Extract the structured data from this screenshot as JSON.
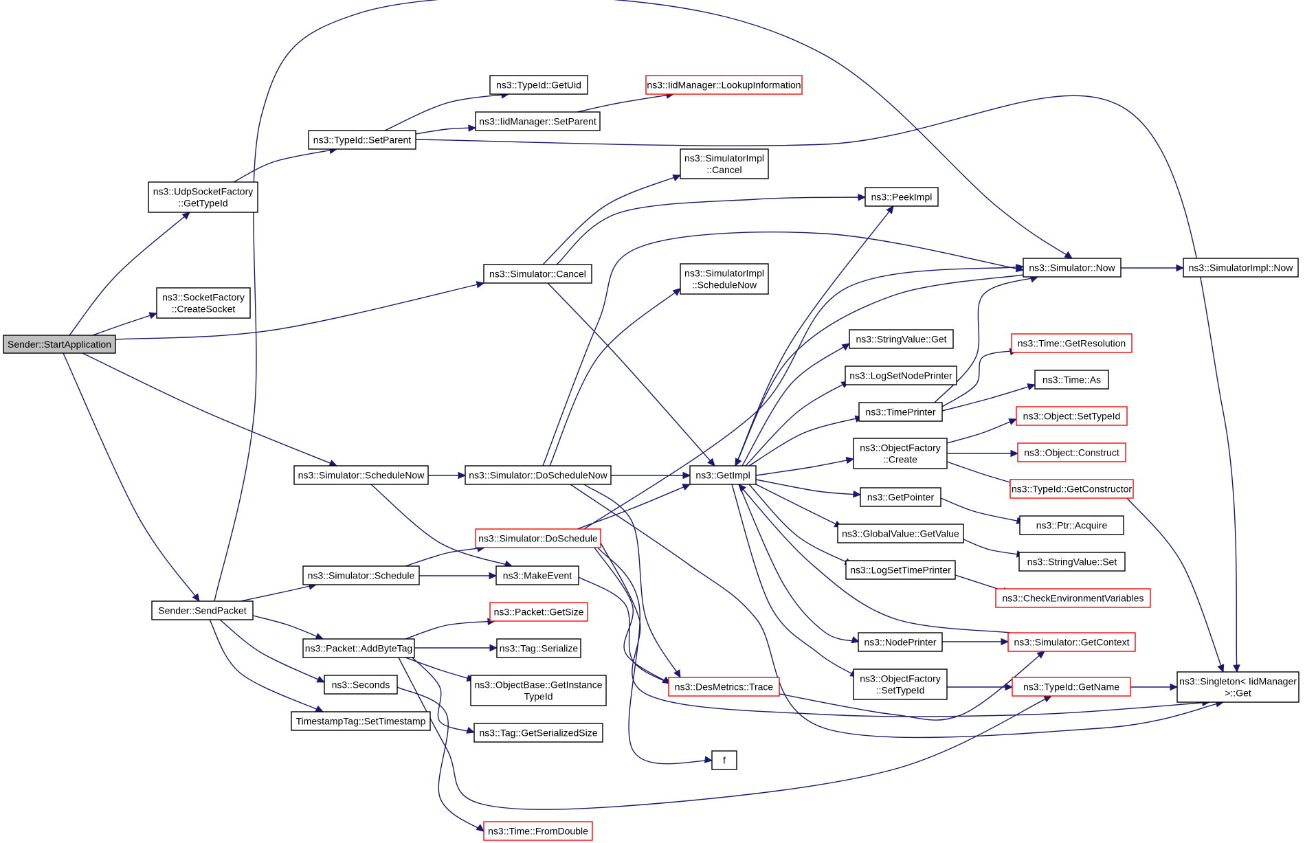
{
  "nodes": [
    {
      "id": "start",
      "lines": [
        "Sender::StartApplication"
      ],
      "style": "root"
    },
    {
      "id": "udpfac",
      "lines": [
        "ns3::UdpSocketFactory",
        "::GetTypeId"
      ],
      "style": "normal"
    },
    {
      "id": "sockfac",
      "lines": [
        "ns3::SocketFactory",
        "::CreateSocket"
      ],
      "style": "normal"
    },
    {
      "id": "simcancel",
      "lines": [
        "ns3::Simulator::Cancel"
      ],
      "style": "normal"
    },
    {
      "id": "schednow",
      "lines": [
        "ns3::Simulator::ScheduleNow"
      ],
      "style": "normal"
    },
    {
      "id": "sendpkt",
      "lines": [
        "Sender::SendPacket"
      ],
      "style": "normal"
    },
    {
      "id": "setparent",
      "lines": [
        "ns3::TypeId::SetParent"
      ],
      "style": "normal"
    },
    {
      "id": "getuid",
      "lines": [
        "ns3::TypeId::GetUid"
      ],
      "style": "normal"
    },
    {
      "id": "iidsetparent",
      "lines": [
        "ns3::IidManager::SetParent"
      ],
      "style": "normal"
    },
    {
      "id": "lookup",
      "lines": [
        "ns3::IidManager::LookupInformation"
      ],
      "style": "trunc"
    },
    {
      "id": "implcancel",
      "lines": [
        "ns3::SimulatorImpl",
        "::Cancel"
      ],
      "style": "normal"
    },
    {
      "id": "peekimpl",
      "lines": [
        "ns3::PeekImpl"
      ],
      "style": "normal"
    },
    {
      "id": "implschednow",
      "lines": [
        "ns3::SimulatorImpl",
        "::ScheduleNow"
      ],
      "style": "normal"
    },
    {
      "id": "simnow",
      "lines": [
        "ns3::Simulator::Now"
      ],
      "style": "normal"
    },
    {
      "id": "implnow",
      "lines": [
        "ns3::SimulatorImpl::Now"
      ],
      "style": "normal"
    },
    {
      "id": "doschednow",
      "lines": [
        "ns3::Simulator::DoScheduleNow"
      ],
      "style": "normal"
    },
    {
      "id": "getimpl",
      "lines": [
        "ns3::GetImpl"
      ],
      "style": "normal"
    },
    {
      "id": "simsched",
      "lines": [
        "ns3::Simulator::Schedule"
      ],
      "style": "normal"
    },
    {
      "id": "dosched",
      "lines": [
        "ns3::Simulator::DoSchedule"
      ],
      "style": "trunc"
    },
    {
      "id": "makeevent",
      "lines": [
        "ns3::MakeEvent"
      ],
      "style": "normal"
    },
    {
      "id": "addbytetag",
      "lines": [
        "ns3::Packet::AddByteTag"
      ],
      "style": "normal"
    },
    {
      "id": "pktsize",
      "lines": [
        "ns3::Packet::GetSize"
      ],
      "style": "trunc"
    },
    {
      "id": "tagser",
      "lines": [
        "ns3::Tag::Serialize"
      ],
      "style": "normal"
    },
    {
      "id": "objbase",
      "lines": [
        "ns3::ObjectBase::GetInstance",
        "TypeId"
      ],
      "style": "normal"
    },
    {
      "id": "tagsize",
      "lines": [
        "ns3::Tag::GetSerializedSize"
      ],
      "style": "normal"
    },
    {
      "id": "seconds",
      "lines": [
        "ns3::Seconds"
      ],
      "style": "normal"
    },
    {
      "id": "tstamp",
      "lines": [
        "TimestampTag::SetTimestamp"
      ],
      "style": "normal"
    },
    {
      "id": "fromdouble",
      "lines": [
        "ns3::Time::FromDouble"
      ],
      "style": "trunc"
    },
    {
      "id": "trace",
      "lines": [
        "ns3::DesMetrics::Trace"
      ],
      "style": "trunc"
    },
    {
      "id": "ffunc",
      "lines": [
        "f"
      ],
      "style": "normal"
    },
    {
      "id": "strget",
      "lines": [
        "ns3::StringValue::Get"
      ],
      "style": "normal"
    },
    {
      "id": "lognodep",
      "lines": [
        "ns3::LogSetNodePrinter"
      ],
      "style": "normal"
    },
    {
      "id": "timeprinter",
      "lines": [
        "ns3::TimePrinter"
      ],
      "style": "normal"
    },
    {
      "id": "objfcreate",
      "lines": [
        "ns3::ObjectFactory",
        "::Create"
      ],
      "style": "normal"
    },
    {
      "id": "getpointer",
      "lines": [
        "ns3::GetPointer"
      ],
      "style": "normal"
    },
    {
      "id": "gvgetvalue",
      "lines": [
        "ns3::GlobalValue::GetValue"
      ],
      "style": "normal"
    },
    {
      "id": "logtimep",
      "lines": [
        "ns3::LogSetTimePrinter"
      ],
      "style": "normal"
    },
    {
      "id": "nodeprinter",
      "lines": [
        "ns3::NodePrinter"
      ],
      "style": "normal"
    },
    {
      "id": "objfsettype",
      "lines": [
        "ns3::ObjectFactory",
        "::SetTypeId"
      ],
      "style": "normal"
    },
    {
      "id": "getres",
      "lines": [
        "ns3::Time::GetResolution"
      ],
      "style": "trunc"
    },
    {
      "id": "timeas",
      "lines": [
        "ns3::Time::As"
      ],
      "style": "normal"
    },
    {
      "id": "objsettype",
      "lines": [
        "ns3::Object::SetTypeId"
      ],
      "style": "trunc"
    },
    {
      "id": "objconstruct",
      "lines": [
        "ns3::Object::Construct"
      ],
      "style": "trunc"
    },
    {
      "id": "getctor",
      "lines": [
        "ns3::TypeId::GetConstructor"
      ],
      "style": "trunc"
    },
    {
      "id": "ptracq",
      "lines": [
        "ns3::Ptr::Acquire"
      ],
      "style": "normal"
    },
    {
      "id": "strset",
      "lines": [
        "ns3::StringValue::Set"
      ],
      "style": "normal"
    },
    {
      "id": "checkenv",
      "lines": [
        "ns3::CheckEnvironmentVariables"
      ],
      "style": "trunc"
    },
    {
      "id": "getcontext",
      "lines": [
        "ns3::Simulator::GetContext"
      ],
      "style": "trunc"
    },
    {
      "id": "getname",
      "lines": [
        "ns3::TypeId::GetName"
      ],
      "style": "trunc"
    },
    {
      "id": "singleton",
      "lines": [
        "ns3::Singleton< IidManager",
        ">::Get"
      ],
      "style": "normal"
    }
  ],
  "edges": [
    [
      "start",
      "udpfac"
    ],
    [
      "start",
      "sockfac"
    ],
    [
      "start",
      "simcancel"
    ],
    [
      "start",
      "schednow"
    ],
    [
      "start",
      "sendpkt"
    ],
    [
      "udpfac",
      "setparent"
    ],
    [
      "setparent",
      "getuid"
    ],
    [
      "setparent",
      "iidsetparent"
    ],
    [
      "iidsetparent",
      "lookup"
    ],
    [
      "setparent",
      "singleton"
    ],
    [
      "simcancel",
      "implcancel"
    ],
    [
      "simcancel",
      "peekimpl"
    ],
    [
      "simcancel",
      "getimpl"
    ],
    [
      "schednow",
      "doschednow"
    ],
    [
      "schednow",
      "makeevent"
    ],
    [
      "doschednow",
      "implschednow"
    ],
    [
      "doschednow",
      "simnow"
    ],
    [
      "doschednow",
      "getimpl"
    ],
    [
      "doschednow",
      "trace"
    ],
    [
      "doschednow",
      "singleton"
    ],
    [
      "sendpkt",
      "simnow"
    ],
    [
      "sendpkt",
      "simsched"
    ],
    [
      "sendpkt",
      "addbytetag"
    ],
    [
      "sendpkt",
      "seconds"
    ],
    [
      "sendpkt",
      "tstamp"
    ],
    [
      "simsched",
      "dosched"
    ],
    [
      "simsched",
      "makeevent"
    ],
    [
      "dosched",
      "simnow"
    ],
    [
      "dosched",
      "getimpl"
    ],
    [
      "dosched",
      "trace"
    ],
    [
      "dosched",
      "ffunc"
    ],
    [
      "dosched",
      "singleton"
    ],
    [
      "makeevent",
      "trace"
    ],
    [
      "addbytetag",
      "pktsize"
    ],
    [
      "addbytetag",
      "tagser"
    ],
    [
      "addbytetag",
      "objbase"
    ],
    [
      "addbytetag",
      "tagsize"
    ],
    [
      "addbytetag",
      "getname"
    ],
    [
      "seconds",
      "fromdouble"
    ],
    [
      "simnow",
      "implnow"
    ],
    [
      "simnow",
      "getimpl"
    ],
    [
      "getimpl",
      "peekimpl"
    ],
    [
      "getimpl",
      "strget"
    ],
    [
      "getimpl",
      "lognodep"
    ],
    [
      "getimpl",
      "timeprinter"
    ],
    [
      "getimpl",
      "objfcreate"
    ],
    [
      "getimpl",
      "getpointer"
    ],
    [
      "getimpl",
      "gvgetvalue"
    ],
    [
      "getimpl",
      "logtimep"
    ],
    [
      "getimpl",
      "nodeprinter"
    ],
    [
      "getimpl",
      "objfsettype"
    ],
    [
      "timeprinter",
      "simnow"
    ],
    [
      "timeprinter",
      "getres"
    ],
    [
      "timeprinter",
      "timeas"
    ],
    [
      "objfcreate",
      "objsettype"
    ],
    [
      "objfcreate",
      "objconstruct"
    ],
    [
      "objfcreate",
      "getctor"
    ],
    [
      "getpointer",
      "ptracq"
    ],
    [
      "gvgetvalue",
      "strset"
    ],
    [
      "logtimep",
      "checkenv"
    ],
    [
      "nodeprinter",
      "getcontext"
    ],
    [
      "getcontext",
      "getimpl"
    ],
    [
      "objfsettype",
      "getname"
    ],
    [
      "getname",
      "singleton"
    ],
    [
      "getctor",
      "singleton"
    ],
    [
      "trace",
      "getcontext"
    ]
  ]
}
